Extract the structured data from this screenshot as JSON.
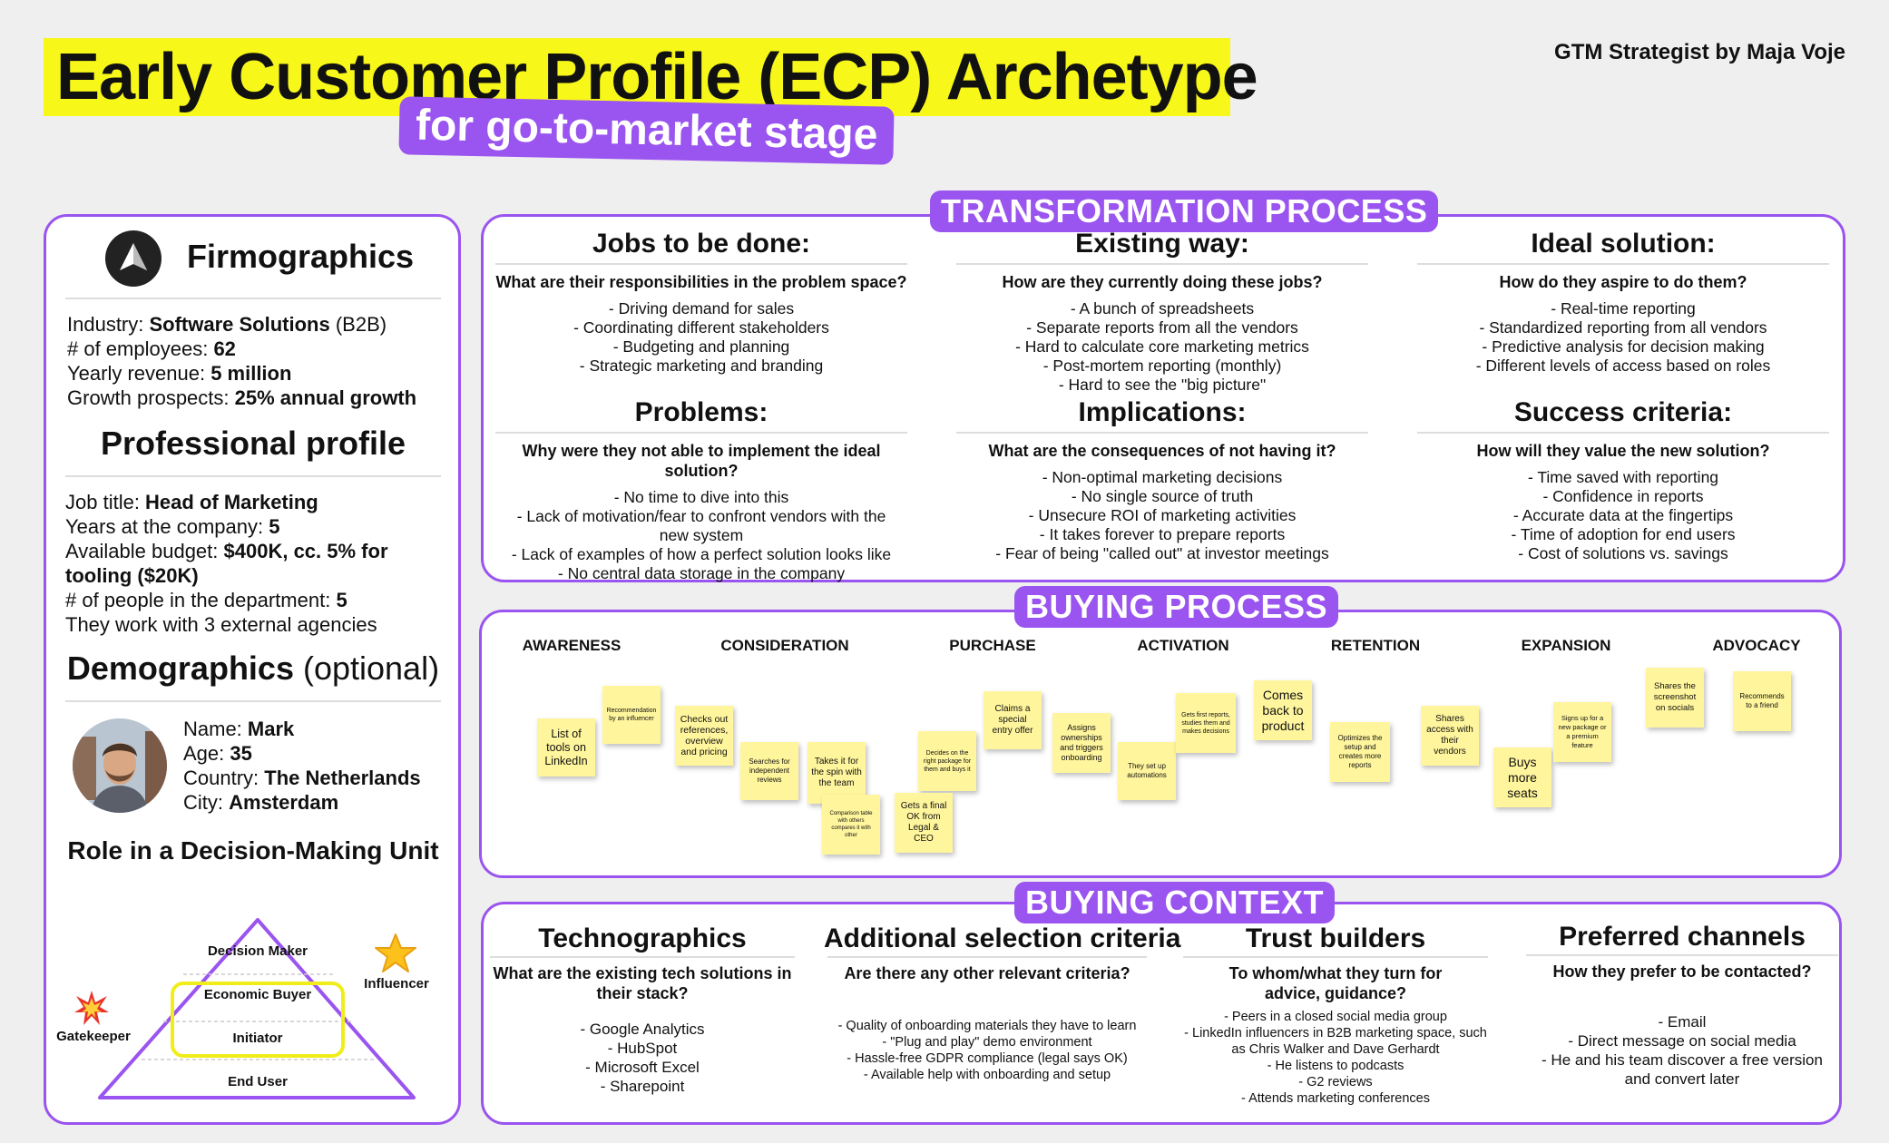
{
  "header": {
    "title": "Early Customer Profile (ECP) Archetype",
    "subtitle": "for go-to-market stage",
    "author": "GTM Strategist by Maja Voje"
  },
  "left": {
    "firmographics": {
      "title": "Firmographics",
      "industry_label": "Industry: ",
      "industry_value": "Software Solutions",
      "industry_suffix": " (B2B)",
      "employees_label": "# of employees: ",
      "employees_value": "62",
      "revenue_label": "Yearly revenue: ",
      "revenue_value": "5 million",
      "growth_label": "Growth prospects: ",
      "growth_value": "25% annual growth"
    },
    "professional": {
      "title": "Professional profile",
      "job_label": "Job title: ",
      "job_value": "Head of Marketing",
      "years_label": "Years at the company: ",
      "years_value": "5",
      "budget_label": "Available budget: ",
      "budget_value_1": "$400K, cc. 5% for",
      "budget_value_2": "tooling ($20K)",
      "people_label": "# of people in the department: ",
      "people_value": "5",
      "agencies": "They work with 3 external agencies"
    },
    "demographics": {
      "title": "Demographics",
      "title_suffix": " (optional)",
      "name_label": "Name: ",
      "name_value": "Mark",
      "age_label": "Age: ",
      "age_value": "35",
      "country_label": "Country: ",
      "country_value": "The Netherlands",
      "city_label": "City: ",
      "city_value": "Amsterdam"
    },
    "dmu": {
      "title": "Role in a Decision-Making Unit",
      "decision_maker": "Decision Maker",
      "economic_buyer": "Economic Buyer",
      "initiator": "Initiator",
      "end_user": "End User",
      "gatekeeper": "Gatekeeper",
      "influencer": "Influencer"
    }
  },
  "transformation": {
    "tag": "TRANSFORMATION PROCESS",
    "columns": [
      {
        "title": "Jobs to be done:",
        "question": "What are their responsibilities in the problem space?",
        "items": [
          "- Driving demand for sales",
          "- Coordinating different stakeholders",
          "- Budgeting and planning",
          "- Strategic marketing and branding"
        ]
      },
      {
        "title": "Existing way:",
        "question": "How are they currently doing these jobs?",
        "items": [
          "- A bunch of spreadsheets",
          "- Separate reports from all the vendors",
          "- Hard to calculate core marketing metrics",
          "- Post-mortem reporting (monthly)",
          "- Hard to see the \"big picture\""
        ]
      },
      {
        "title": "Ideal solution:",
        "question": "How do they aspire to do them?",
        "items": [
          "- Real-time reporting",
          "- Standardized reporting from all vendors",
          "- Predictive analysis for decision making",
          "- Different levels of access based on roles"
        ]
      },
      {
        "title": "Problems:",
        "question": "Why were they not able to implement the ideal solution?",
        "items": [
          "- No time to dive into this",
          "- Lack of motivation/fear to confront vendors with the",
          "new system",
          "- Lack of examples of how a perfect solution looks like",
          "- No central data storage in the company"
        ]
      },
      {
        "title": "Implications:",
        "question": "What are the consequences of not having it?",
        "items": [
          "- Non-optimal marketing decisions",
          "- No single source of truth",
          "- Unsecure ROI of marketing activities",
          "- It takes forever to prepare reports",
          "- Fear of being \"called out\" at investor meetings"
        ]
      },
      {
        "title": "Success criteria:",
        "question": "How will they value the new solution?",
        "items": [
          "- Time saved with reporting",
          "- Confidence in reports",
          "- Accurate data at the fingertips",
          "- Time of adoption for end users",
          "- Cost of solutions vs. savings"
        ]
      }
    ]
  },
  "buying": {
    "tag": "BUYING PROCESS",
    "stages": [
      "AWARENESS",
      "CONSIDERATION",
      "PURCHASE",
      "ACTIVATION",
      "RETENTION",
      "EXPANSION",
      "ADVOCACY"
    ],
    "notes": [
      "List of tools on LinkedIn",
      "Recommendation by an influencer",
      "Checks out references, overview and pricing",
      "Searches for independent reviews",
      "Takes it for the spin with the team",
      "Comparison table with others compares it with other",
      "Decides on the right package for them and buys it",
      "Gets a final OK from Legal & CEO",
      "Claims a special entry offer",
      "Assigns ownerships and triggers onboarding",
      "They set up automations",
      "Gets first reports, studies them and makes decisions",
      "Comes back to product",
      "Optimizes the setup and creates more reports",
      "Shares access with their vendors",
      "Buys more seats",
      "Signs up for a new package or a premium feature",
      "Shares the screenshot on socials",
      "Recommends to a friend"
    ]
  },
  "context": {
    "tag": "BUYING CONTEXT",
    "columns": [
      {
        "title": "Technographics",
        "question": "What are the existing tech solutions in their stack?",
        "items": [
          "- Google Analytics",
          "- HubSpot",
          "- Microsoft Excel",
          "- Sharepoint"
        ]
      },
      {
        "title": "Additional selection criteria",
        "question": "Are there any other relevant criteria?",
        "items": [
          "- Quality of onboarding materials they have to learn",
          "- \"Plug and play\" demo environment",
          "- Hassle-free GDPR compliance (legal says OK)",
          "- Available help with onboarding and setup"
        ]
      },
      {
        "title": "Trust builders",
        "question": "To whom/what they turn for advice, guidance?",
        "items": [
          "- Peers in a closed social media group",
          "- LinkedIn influencers in B2B marketing space, such",
          "as Chris Walker and Dave Gerhardt",
          "- He listens to podcasts",
          "- G2 reviews",
          "- Attends marketing conferences"
        ]
      },
      {
        "title": "Preferred channels",
        "question": "How they prefer to be contacted?",
        "items": [
          "- Email",
          "- Direct message on social media",
          "- He and his team discover a free version",
          "and convert later"
        ]
      }
    ]
  },
  "colors": {
    "accent": "#9a54ef",
    "highlight": "#f7f71a",
    "sticky": "#fff59c"
  }
}
